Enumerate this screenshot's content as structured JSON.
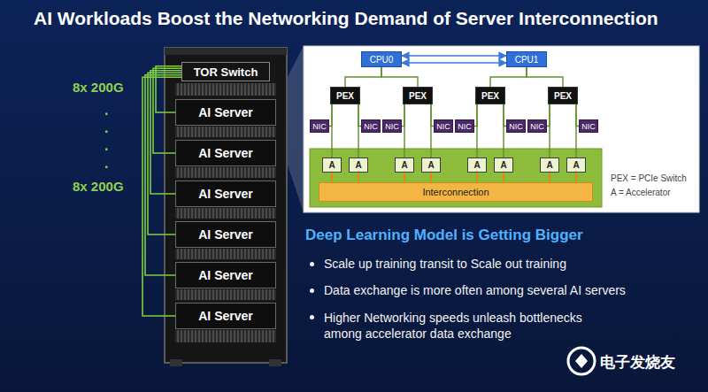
{
  "diagram": {
    "title": "AI Workloads Boost the Networking Demand of Server Interconnection",
    "nodes": [
      {
        "text": [
          "TOR Switch"
        ]
      },
      {
        "text": [
          "AI Server"
        ]
      },
      {
        "text": [
          "AI Server"
        ]
      },
      {
        "text": [
          "AI Server"
        ]
      },
      {
        "text": [
          "AI Server"
        ]
      },
      {
        "text": [
          "AI Server"
        ]
      },
      {
        "text": [
          "AI Server"
        ]
      },
      {
        "text": [
          "CPU0"
        ]
      },
      {
        "text": [
          "CPU1"
        ]
      },
      {
        "text": [
          "PEX"
        ]
      },
      {
        "text": [
          "PEX"
        ]
      },
      {
        "text": [
          "PEX"
        ]
      },
      {
        "text": [
          "PEX"
        ]
      },
      {
        "text": [
          "NIC"
        ]
      },
      {
        "text": [
          "NIC"
        ]
      },
      {
        "text": [
          "NIC"
        ]
      },
      {
        "text": [
          "NIC"
        ]
      },
      {
        "text": [
          "NIC"
        ]
      },
      {
        "text": [
          "NIC"
        ]
      },
      {
        "text": [
          "NIC"
        ]
      },
      {
        "text": [
          "NIC"
        ]
      },
      {
        "text": [
          "A"
        ]
      },
      {
        "text": [
          "A"
        ]
      },
      {
        "text": [
          "A"
        ]
      },
      {
        "text": [
          "A"
        ]
      },
      {
        "text": [
          "A"
        ]
      },
      {
        "text": [
          "A"
        ]
      },
      {
        "text": [
          "A"
        ]
      },
      {
        "text": [
          "A"
        ]
      },
      {
        "text": [
          "Interconnection"
        ]
      }
    ],
    "edges": [
      {
        "from": 0,
        "to": 1,
        "arrow": "none"
      },
      {
        "from": 0,
        "to": 2,
        "arrow": "none"
      },
      {
        "from": 0,
        "to": 3,
        "arrow": "none"
      },
      {
        "from": 0,
        "to": 4,
        "arrow": "none"
      },
      {
        "from": 0,
        "to": 5,
        "arrow": "none"
      },
      {
        "from": 0,
        "to": 6,
        "arrow": "none"
      },
      {
        "from": 7,
        "to": 8,
        "arrow": "both"
      },
      {
        "from": 7,
        "to": 8,
        "arrow": "both"
      },
      {
        "from": 7,
        "to": 9,
        "arrow": "none"
      },
      {
        "from": 7,
        "to": 10,
        "arrow": "none"
      },
      {
        "from": 8,
        "to": 11,
        "arrow": "none"
      },
      {
        "from": 8,
        "to": 12,
        "arrow": "none"
      },
      {
        "from": 9,
        "to": 13,
        "arrow": "none"
      },
      {
        "from": 9,
        "to": 14,
        "arrow": "none"
      },
      {
        "from": 10,
        "to": 15,
        "arrow": "none"
      },
      {
        "from": 10,
        "to": 16,
        "arrow": "none"
      },
      {
        "from": 11,
        "to": 17,
        "arrow": "none"
      },
      {
        "from": 11,
        "to": 18,
        "arrow": "none"
      },
      {
        "from": 12,
        "to": 19,
        "arrow": "none"
      },
      {
        "from": 12,
        "to": 20,
        "arrow": "none"
      },
      {
        "from": 9,
        "to": 21,
        "arrow": "none"
      },
      {
        "from": 9,
        "to": 22,
        "arrow": "none"
      },
      {
        "from": 10,
        "to": 23,
        "arrow": "none"
      },
      {
        "from": 10,
        "to": 24,
        "arrow": "none"
      },
      {
        "from": 11,
        "to": 25,
        "arrow": "none"
      },
      {
        "from": 11,
        "to": 26,
        "arrow": "none"
      },
      {
        "from": 12,
        "to": 27,
        "arrow": "none"
      },
      {
        "from": 12,
        "to": 28,
        "arrow": "none"
      },
      {
        "from": 21,
        "to": 29,
        "arrow": "none"
      },
      {
        "from": 22,
        "to": 29,
        "arrow": "none"
      },
      {
        "from": 23,
        "to": 29,
        "arrow": "none"
      },
      {
        "from": 24,
        "to": 29,
        "arrow": "none"
      },
      {
        "from": 25,
        "to": 29,
        "arrow": "none"
      },
      {
        "from": 26,
        "to": 29,
        "arrow": "none"
      },
      {
        "from": 27,
        "to": 29,
        "arrow": "none"
      },
      {
        "from": 28,
        "to": 29,
        "arrow": "none"
      }
    ],
    "labels": [
      "8x 200G",
      ".",
      ".",
      ".",
      ".",
      "8x 200G",
      "Deep Learning Model is Getting Bigger",
      "Scale up training transit to Scale out training",
      "Data exchange is more often among several AI servers",
      "Higher Networking speeds unleash bottlenecks among accelerator data exchange",
      "PEX = PCIe Switch",
      "A = Accelerator",
      "电子发烧友"
    ]
  }
}
